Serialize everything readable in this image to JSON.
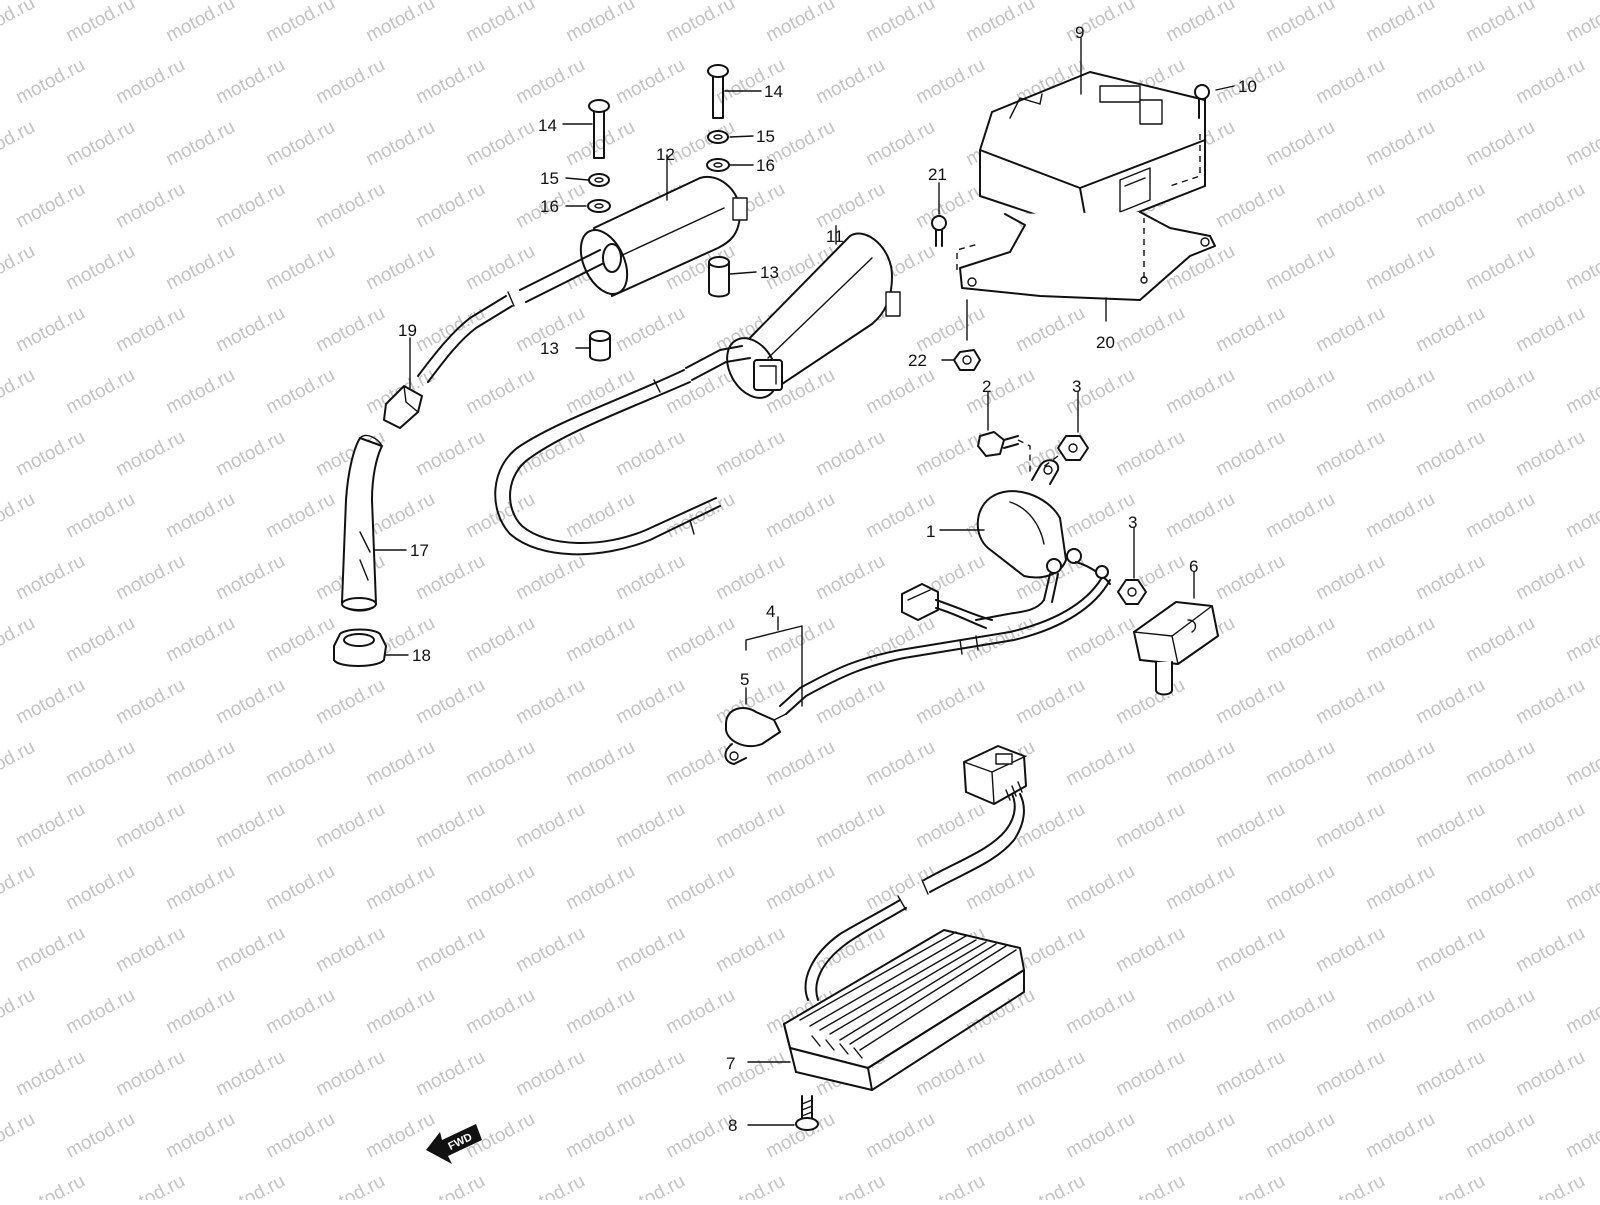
{
  "watermark": "motod.ru",
  "fwd_label": "FWD",
  "callouts": [
    "1",
    "2",
    "3",
    "3",
    "4",
    "5",
    "6",
    "7",
    "8",
    "9",
    "10",
    "11",
    "12",
    "13",
    "13",
    "14",
    "14",
    "15",
    "15",
    "16",
    "16",
    "17",
    "18",
    "19",
    "20",
    "21",
    "22"
  ]
}
